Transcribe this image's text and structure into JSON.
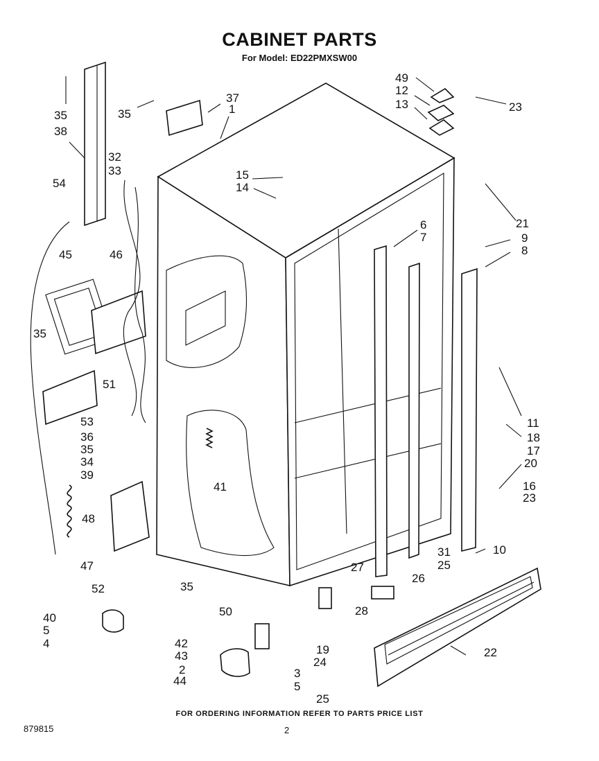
{
  "title": "CABINET PARTS",
  "subtitle": "For Model: ED22PMXSW00",
  "footer": "FOR ORDERING INFORMATION REFER TO PARTS PRICE LIST",
  "doc_number": "879815",
  "page_number": "2",
  "callouts": [
    "35",
    "38",
    "35",
    "37",
    "1",
    "32",
    "33",
    "54",
    "45",
    "46",
    "35",
    "51",
    "53",
    "36",
    "35",
    "34",
    "39",
    "41",
    "48",
    "47",
    "52",
    "35",
    "40",
    "5",
    "4",
    "42",
    "43",
    "2",
    "44",
    "50",
    "3",
    "5",
    "25",
    "19",
    "24",
    "22",
    "27",
    "28",
    "26",
    "25",
    "31",
    "10",
    "15",
    "14",
    "49",
    "12",
    "13",
    "23",
    "21",
    "6",
    "7",
    "9",
    "8",
    "11",
    "18",
    "17",
    "20",
    "16",
    "23"
  ]
}
